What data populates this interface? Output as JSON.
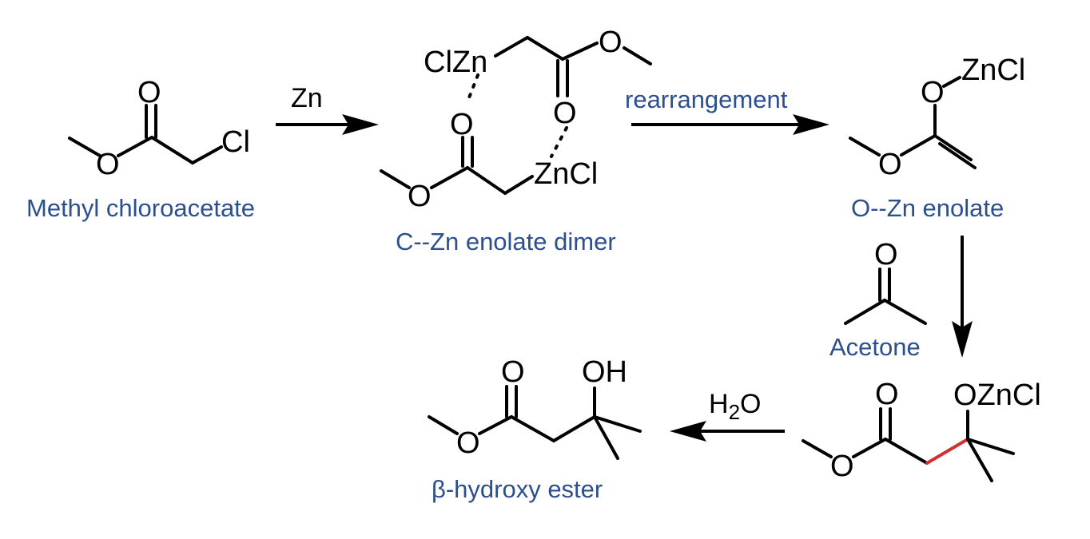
{
  "colors": {
    "label": "#2c4f8f",
    "bond": "#000000",
    "new_bond": "#d32f2f"
  },
  "labels": {
    "methyl_chloroacetate": "Methyl chloroacetate",
    "c_zn_dimer": "C--Zn enolate dimer",
    "o_zn_enolate": "O--Zn enolate",
    "acetone": "Acetone",
    "beta_hydroxy_ester": "β-hydroxy ester"
  },
  "reagents": {
    "zinc": "Zn",
    "rearrangement": "rearrangement",
    "water_h": "H",
    "water_sub": "2",
    "water_o": "O"
  },
  "atoms": {
    "o": "O",
    "cl": "Cl",
    "clzn": "ClZn",
    "zncl": "ZnCl",
    "ozncl": "OZnCl",
    "oh": "OH"
  }
}
